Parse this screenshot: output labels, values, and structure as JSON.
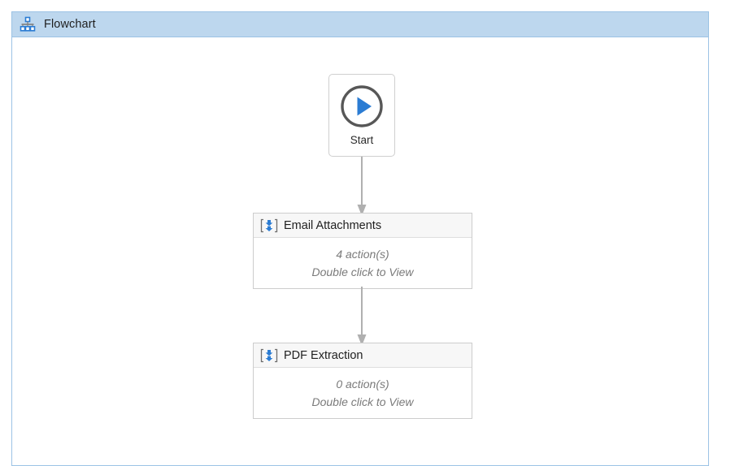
{
  "panel": {
    "title": "Flowchart",
    "icon": "hierarchy-icon",
    "header_color": "#bdd7ee",
    "border_color": "#9cc3e5"
  },
  "accent_color": "#2b7cd3",
  "connector_color": "#b0b0b0",
  "start_node": {
    "label": "Start",
    "icon": "play-circle-icon"
  },
  "nodes": [
    {
      "title": "Email Attachments",
      "icon": "subroutine-download-icon",
      "actions": "4 action(s)",
      "hint": "Double click to View"
    },
    {
      "title": "PDF Extraction",
      "icon": "subroutine-download-icon",
      "actions": "0 action(s)",
      "hint": "Double click to View"
    }
  ]
}
